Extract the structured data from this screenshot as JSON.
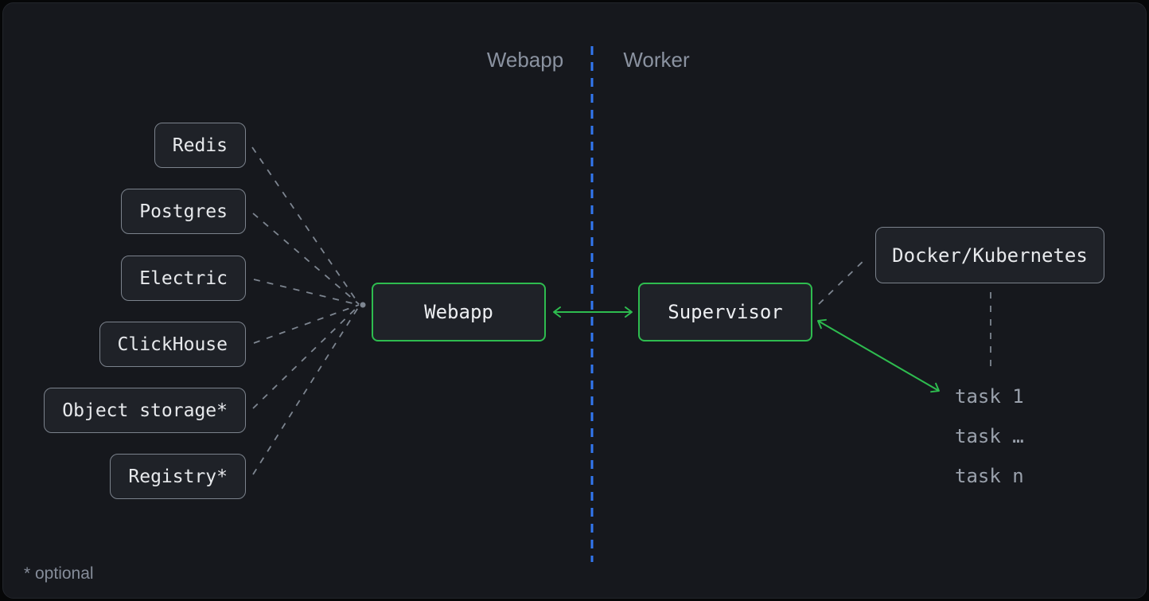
{
  "diagram": {
    "section_labels": {
      "left": "Webapp",
      "right": "Worker"
    },
    "dependency_nodes": [
      {
        "label": "Redis"
      },
      {
        "label": "Postgres"
      },
      {
        "label": "Electric"
      },
      {
        "label": "ClickHouse"
      },
      {
        "label": "Object storage*"
      },
      {
        "label": "Registry*"
      }
    ],
    "main_nodes": {
      "webapp": "Webapp",
      "supervisor": "Supervisor",
      "runtime": "Docker/Kubernetes"
    },
    "tasks": [
      "task 1",
      "task …",
      "task n"
    ],
    "footnote": "* optional",
    "edges": [
      {
        "from": "Redis",
        "to": "Webapp",
        "style": "dashed"
      },
      {
        "from": "Postgres",
        "to": "Webapp",
        "style": "dashed"
      },
      {
        "from": "Electric",
        "to": "Webapp",
        "style": "dashed"
      },
      {
        "from": "ClickHouse",
        "to": "Webapp",
        "style": "dashed"
      },
      {
        "from": "Object storage*",
        "to": "Webapp",
        "style": "dashed"
      },
      {
        "from": "Registry*",
        "to": "Webapp",
        "style": "dashed"
      },
      {
        "from": "Webapp",
        "to": "Supervisor",
        "style": "double-arrow"
      },
      {
        "from": "Supervisor",
        "to": "Docker/Kubernetes",
        "style": "dashed"
      },
      {
        "from": "Supervisor",
        "to": "tasks",
        "style": "double-arrow"
      },
      {
        "from": "Docker/Kubernetes",
        "to": "tasks",
        "style": "dashed"
      }
    ],
    "colors": {
      "page_background": "#16181d",
      "node_background": "#1f2228",
      "node_border_gray": "#7b828c",
      "accent_green": "#2ebc4f",
      "divider_blue": "#3277f1",
      "dashed_gray": "#7d8590",
      "text_primary": "#e7e9ec",
      "text_muted": "#9aa1ac"
    }
  }
}
